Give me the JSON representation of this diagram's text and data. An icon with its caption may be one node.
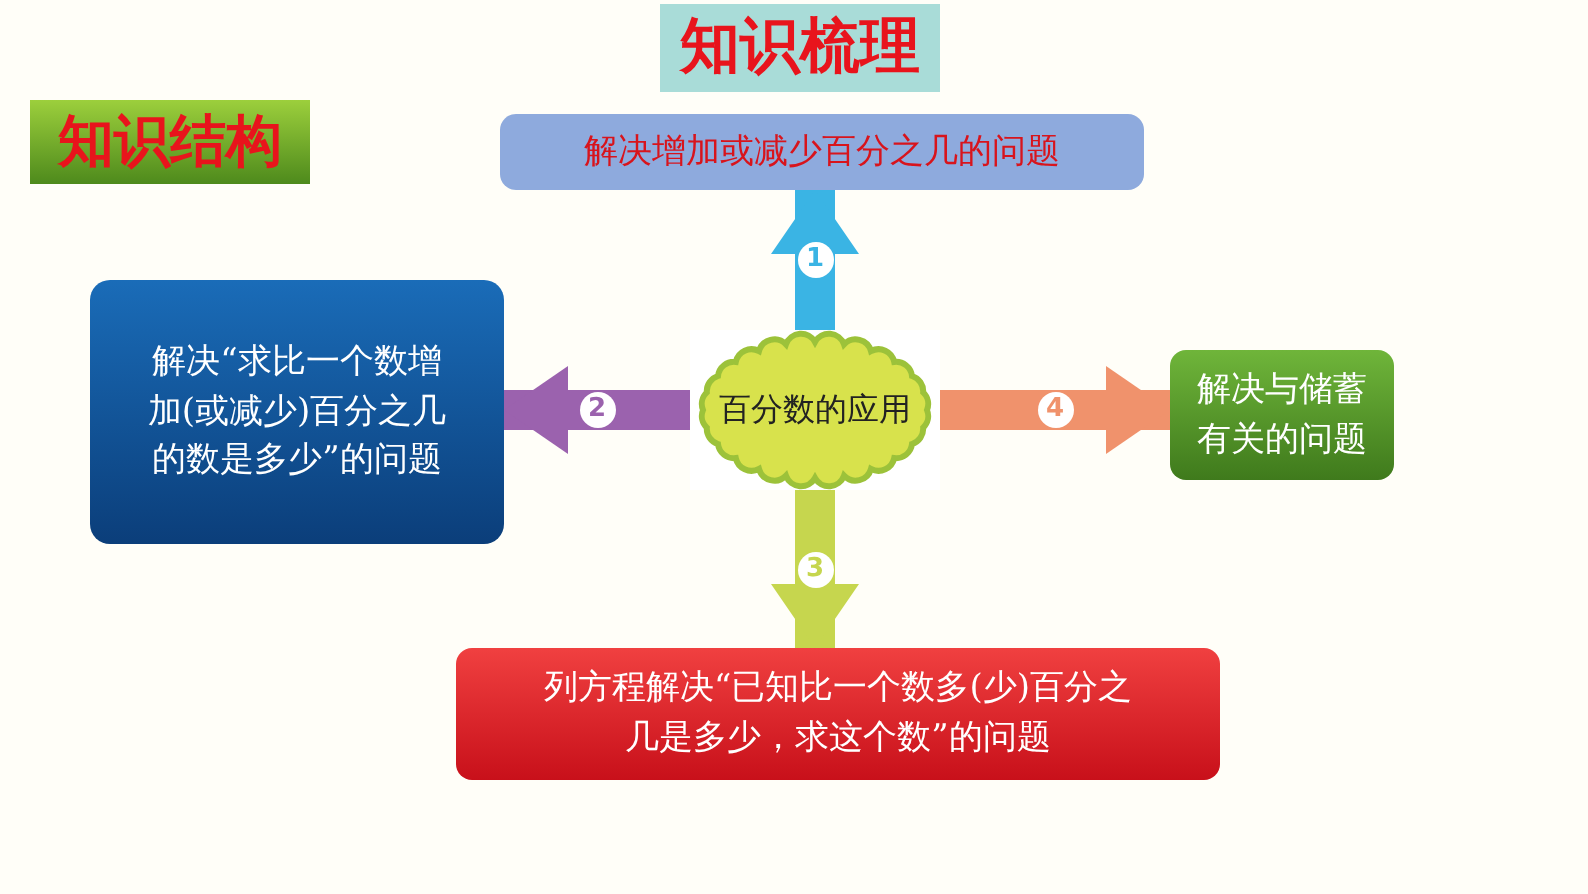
{
  "diagram": {
    "title": "知识梳理",
    "nodes": [
      {
        "text": [
          "解决增加或减少百分之几的问题"
        ]
      },
      {
        "text": [
          "解决“求比一个数增加(或减少)百分之几的数是多少”的问题"
        ]
      },
      {
        "text": [
          "百分数的应用"
        ]
      },
      {
        "text": [
          "解决与储蓄有关的问题"
        ]
      },
      {
        "text": [
          "列方程解决“已知比一个数多(少)百分之几是多少，求这个数”的问题"
        ]
      }
    ],
    "edges": [
      {
        "from": 2,
        "to": 0,
        "arrow": "to",
        "label": "1",
        "color": "#3ab4e4"
      },
      {
        "from": 2,
        "to": 1,
        "arrow": "to",
        "label": "2",
        "color": "#9b62ae"
      },
      {
        "from": 2,
        "to": 4,
        "arrow": "to",
        "label": "3",
        "color": "#c6d64e"
      },
      {
        "from": 2,
        "to": 3,
        "arrow": "to",
        "label": "4",
        "color": "#f0926c"
      }
    ],
    "labels": [
      "知识结构"
    ]
  }
}
